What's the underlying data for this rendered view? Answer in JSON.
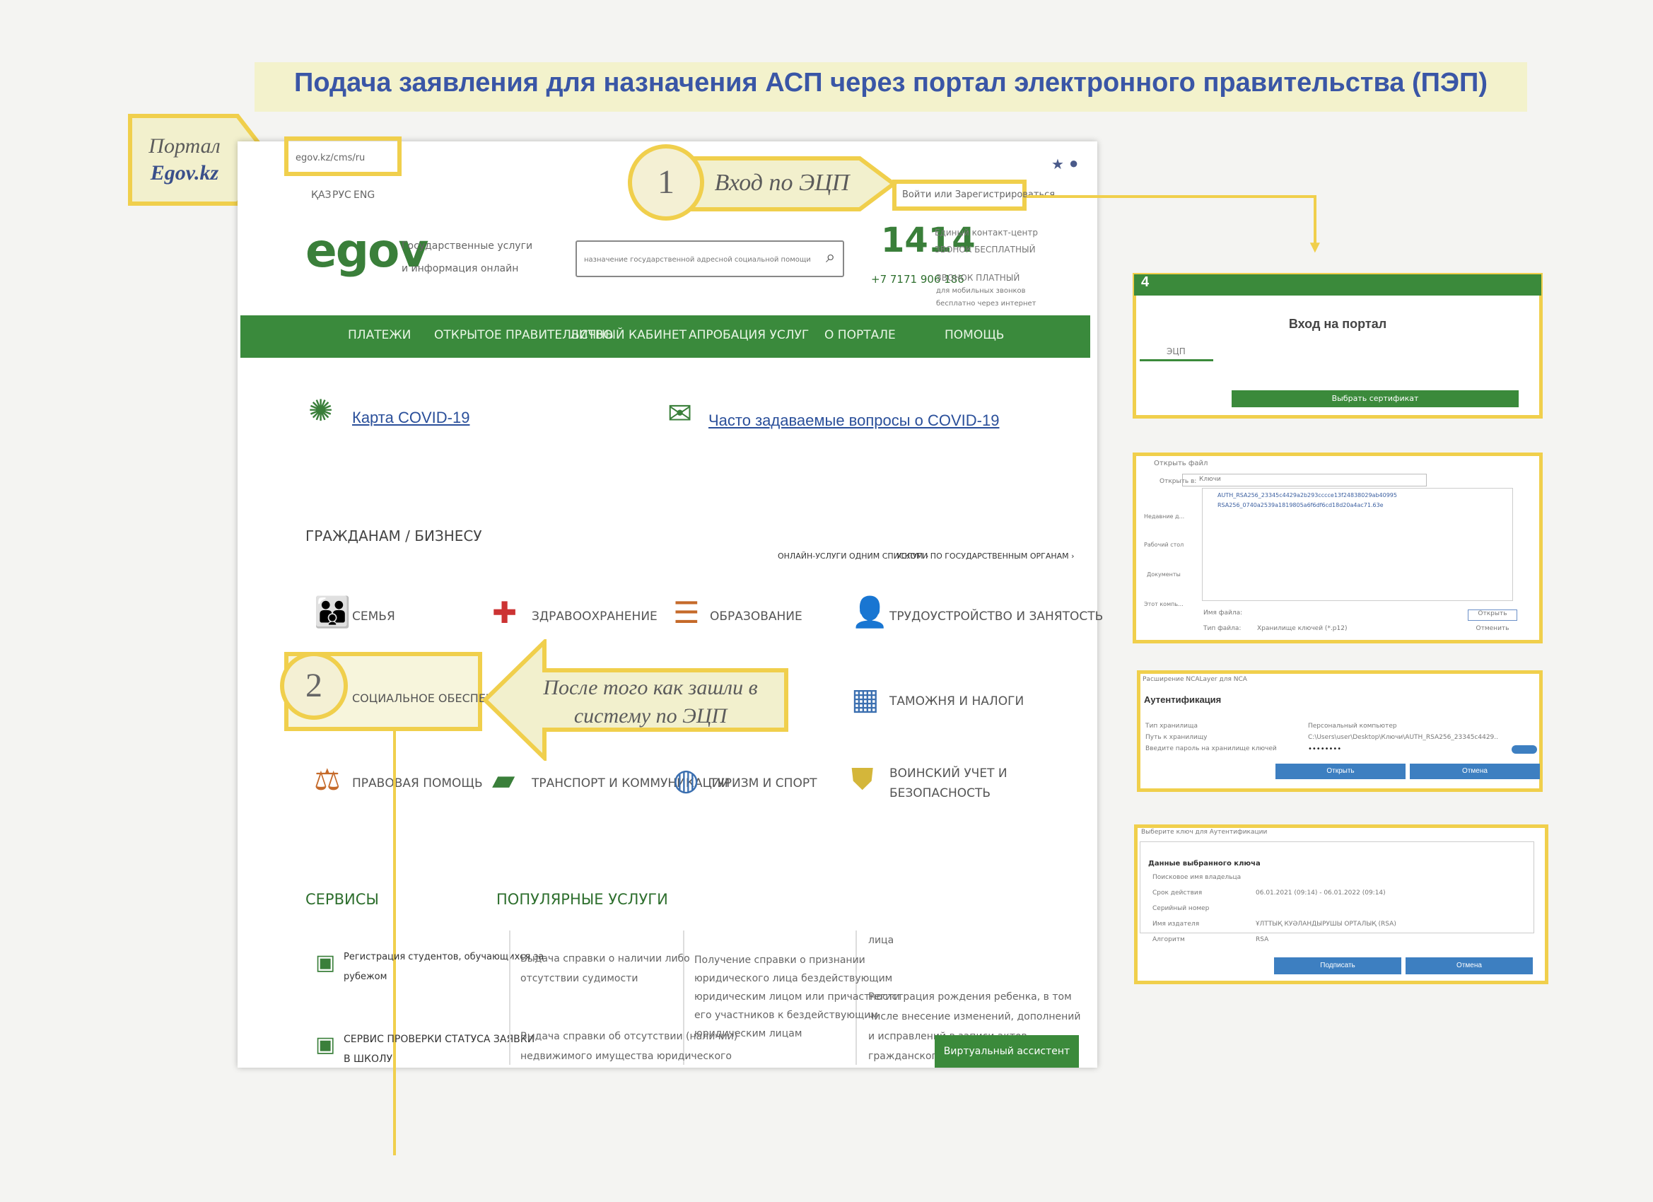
{
  "title": "Подача заявления для назначения АСП через портал электронного правительства (ПЭП)",
  "portal_callout": [
    "Портал",
    "Egov.kz"
  ],
  "step1": {
    "number": "1",
    "label": "Вход по ЭЦП"
  },
  "step2": {
    "number": "2",
    "label": "СОЦИАЛЬНОЕ ОБЕСПЕЧЕНИЕ",
    "note_line1": "После того как зашли в",
    "note_line2": "систему по ЭЦП"
  },
  "browser": {
    "url": "egov.kz/cms/ru",
    "languages": [
      "ҚАЗ",
      "РУС",
      "ENG"
    ],
    "login_link": "Войти или Зарегистрироваться",
    "logo_text": "egov",
    "logo_sub1": "Государственные услуги",
    "logo_sub2": "и информация онлайн",
    "search_value": "назначение государственной адресной социальной помощи",
    "contact_number": "1414",
    "contact_sub1": "Единый контакт-центр",
    "contact_sub2": "ЗВОНОК БЕСПЛАТНЫЙ",
    "phone": "+7 7171 906 186",
    "phone_sub1": "ЗВОНОК ПЛАТНЫЙ",
    "phone_sub2": "для мобильных звонков",
    "phone_sub3": "бесплатно через интернет",
    "nav": [
      "ПЛАТЕЖИ",
      "ОТКРЫТОЕ ПРАВИТЕЛЬСТВО",
      "ЛИЧНЫЙ КАБИНЕТ",
      "АПРОБАЦИЯ УСЛУГ",
      "О ПОРТАЛЕ",
      "ПОМОЩЬ"
    ],
    "covid_map": "Карта COVID-19",
    "covid_faq": "Часто задаваемые вопросы о COVID-19",
    "section_title": "ГРАЖДАНАМ / БИЗНЕСУ",
    "link_online": "ОНЛАЙН-УСЛУГИ ОДНИМ СПИСКОМ ›",
    "link_agencies": "УСЛУГИ ПО ГОСУДАРСТВЕННЫМ ОРГАНАМ ›",
    "categories": [
      "СЕМЬЯ",
      "ЗДРАВООХРАНЕНИЕ",
      "ОБРАЗОВАНИЕ",
      "ТРУДОУСТРОЙСТВО И ЗАНЯТОСТЬ",
      "ТАМОЖНЯ И НАЛОГИ",
      "ПРАВОВАЯ ПОМОЩЬ",
      "ТРАНСПОРТ И КОММУНИКАЦИИ",
      "ТУРИЗМ И СПОРТ",
      "ВОИНСКИЙ УЧЕТ И",
      "БЕЗОПАСНОСТЬ"
    ],
    "services_title": "СЕРВИСЫ",
    "services": [
      "Регистрация студентов, обучающихся за",
      "рубежом",
      "СЕРВИС ПРОВЕРКИ СТАТУСА ЗАЯВКИ",
      "В ШКОЛУ"
    ],
    "popular_title": "ПОПУЛЯРНЫЕ УСЛУГИ",
    "popular_col1": [
      "Выдача справки о наличии либо",
      "отсутствии судимости",
      "Выдача справки об отсутствии (наличии)",
      "недвижимого имущества юридического"
    ],
    "popular_col2": [
      "Получение справки о признании",
      "юридического лица бездействующим",
      "юридическим лицом или причастности",
      "его участников к бездействующим",
      "юридическим лицам"
    ],
    "popular_col3": [
      "лица",
      "Регистрация рождения ребенка, в том",
      "числе внесение изменений, дополнений",
      "и исправлений в записи актов",
      "гражданского состояния"
    ],
    "assistant": "Виртуальный ассистент"
  },
  "login_panel": {
    "step_number": "4",
    "title": "Вход на портал",
    "tab_ecp": "ЭЦП",
    "button": "Выбрать сертификат"
  },
  "file_panel": {
    "title": "Открыть файл",
    "look_in_label": "Открыть в:",
    "folder": "Ключи",
    "files": [
      "AUTH_RSA256_23345c4429a2b293cccce13f24838029ab40995",
      "RSA256_0740a2539a1819805a6f6df6cd18d20a4ac71.63e"
    ],
    "places": [
      "Недавние д...",
      "Рабочий стол",
      "Документы",
      "Этот компь..."
    ],
    "file_name_label": "Имя файла:",
    "file_type_label": "Тип файла:",
    "file_type_value": "Хранилище ключей (*.p12)",
    "open_button": "Открыть",
    "cancel_button": "Отменить"
  },
  "auth_panel": {
    "header": "Расширение NCALayer для NCA",
    "title": "Аутентификация",
    "row_labels": [
      "Тип хранилища",
      "Путь к хранилищу",
      "Введите пароль на хранилище ключей"
    ],
    "row_values": [
      "Персональный компьютер",
      "C:\\Users\\user\\Desktop\\Ключи\\AUTH_RSA256_23345c4429..",
      "••••••••"
    ],
    "open_button": "Открыть",
    "cancel_button": "Отмена"
  },
  "key_panel": {
    "header": "Выберите ключ для Аутентификации",
    "section": "Данные выбранного ключа",
    "row_labels": [
      "Поисковое имя владельца",
      "Срок действия",
      "Серийный номер",
      "Имя издателя",
      "Алгоритм"
    ],
    "row_values": [
      "",
      "06.01.2021 (09:14) - 06.01.2022 (09:14)",
      "",
      "ҰЛТТЫҚ КУӘЛАНДЫРУШЫ ОРТАЛЫҚ (RSA)",
      "RSA"
    ],
    "sign_button": "Подписать",
    "cancel_button": "Отмена"
  }
}
